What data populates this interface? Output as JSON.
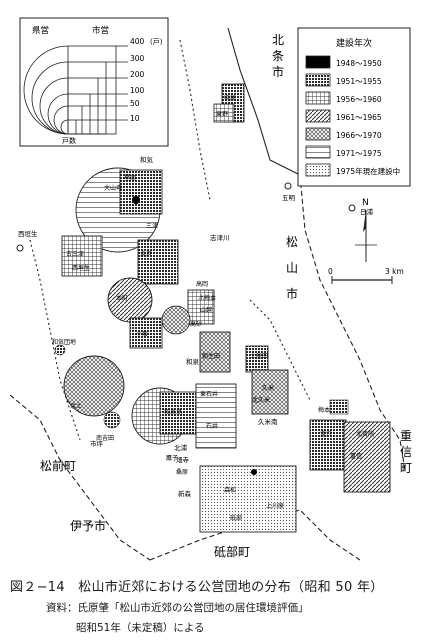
{
  "figure": {
    "caption": "図２−14　松山市近郊における公営団地の分布（昭和 50 年）",
    "source_line1": "資料：氏原肇「松山市近郊の公営団地の居住環境評価」",
    "source_line2": "昭和51年（未定稿）による"
  },
  "size_legend": {
    "label_prefectural": "県営",
    "label_municipal": "市営",
    "unit": "(戸)",
    "unit_bottom": "戸数",
    "values": [
      "400",
      "300",
      "200",
      "100",
      "50",
      "10"
    ]
  },
  "year_legend": {
    "title": "建設年次",
    "items": [
      "1948～1950",
      "1951～1955",
      "1956～1960",
      "1961～1965",
      "1966～1970",
      "1971～1975",
      "1975年現在建設中"
    ],
    "patterns": [
      "solid",
      "dense",
      "grid",
      "diag",
      "hatch",
      "stripes",
      "dots"
    ]
  },
  "compass": {
    "north": "N"
  },
  "scale": {
    "zero": "0",
    "end": "3 km"
  },
  "regions": {
    "hojo": "北条市",
    "matsuyama": "松山市",
    "matsumae": "松前町",
    "iyo": "伊予市",
    "tobe": "砥部町",
    "shigenobu": "重信町"
  },
  "places": {
    "wake": "和気",
    "gojo": "五明",
    "higashikawa": "日浦",
    "nishihabu": "西垣生",
    "shijimi": "志津川",
    "kume": "久米南",
    "wakaba": "和泉",
    "moriyama": "三津",
    "kitaura": "北浦",
    "ichiba": "市坪",
    "yoshii": "吉井",
    "hatayo": "畑寺",
    "shinfuku": "新森"
  },
  "estates": [
    "大山寺",
    "三津",
    "古三津",
    "西垣生",
    "余戸",
    "高岡",
    "北梅本",
    "山越",
    "本町",
    "高砂",
    "小坂",
    "朝生田",
    "和泉北",
    "余土",
    "東石井",
    "久米",
    "石井",
    "森松",
    "重信",
    "浮穴",
    "上川原",
    "土居田",
    "北久米",
    "南吉田",
    "砥部",
    "中尾",
    "東野",
    "鷹子",
    "梅本",
    "桑原",
    "星岡",
    "和気団地",
    "北斎院",
    "久万"
  ]
}
